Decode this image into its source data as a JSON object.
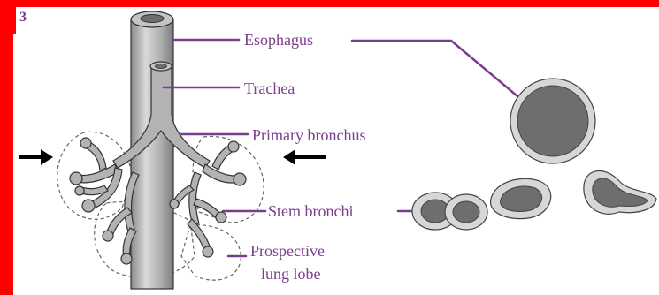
{
  "figure": {
    "panel_number": "3",
    "colors": {
      "frame": "#ff0000",
      "label_text": "#7a3d8c",
      "leader_line": "#7a3d8c",
      "organ_fill": "#a9a9a9",
      "organ_light": "#d7d7d7",
      "lumen_fill": "#6e6e6e"
    },
    "labels": {
      "esophagus": "Esophagus",
      "trachea": "Trachea",
      "primary_bronchus": "Primary bronchus",
      "stem_bronchi": "Stem bronchi",
      "prospective_lung_lobe_line1": "Prospective",
      "prospective_lung_lobe_line2": "lung lobe"
    },
    "icons": [
      "arrow-right-icon",
      "arrow-left-icon"
    ]
  }
}
